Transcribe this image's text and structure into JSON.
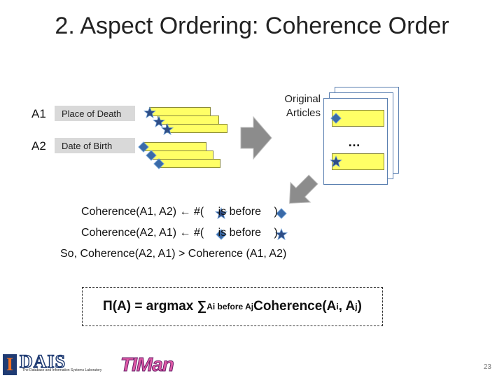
{
  "title": "2. Aspect Ordering: Coherence Order",
  "aspects": [
    {
      "id": "A1",
      "label": "Place of Death"
    },
    {
      "id": "A2",
      "label": "Date of Birth"
    }
  ],
  "original_articles_label": "Original\nArticles",
  "ellipsis": "…",
  "coherence_lines": [
    {
      "prefix": "Coherence(A1, A2) ",
      "arrow": "←",
      "mid1": " #(",
      "mid2": " is before ",
      "suffix": ")"
    },
    {
      "prefix": "Coherence(A2, A1) ",
      "arrow": "←",
      "mid1": " #(",
      "mid2": " is before ",
      "suffix": ")"
    }
  ],
  "conclusion": "So, Coherence(A2, A1) > Coherence (A1, A2)",
  "formula": {
    "main": "Π(A) = argmax ∑",
    "sub": "Ai before Aj",
    "coherence": " Coherence(A",
    "i": "i",
    "sep": ", A",
    "j": "j",
    "close": ")"
  },
  "logos": {
    "daais": "DAIS",
    "daais_caption": "The Database and Information Systems Laboratory",
    "timan": "TIMan"
  },
  "page_number": "23",
  "colors": {
    "star": "#2e4d86",
    "diamond": "#3a6aa8",
    "box_fill": "#ffff66",
    "arrow_gray": "#8c8c8c"
  }
}
